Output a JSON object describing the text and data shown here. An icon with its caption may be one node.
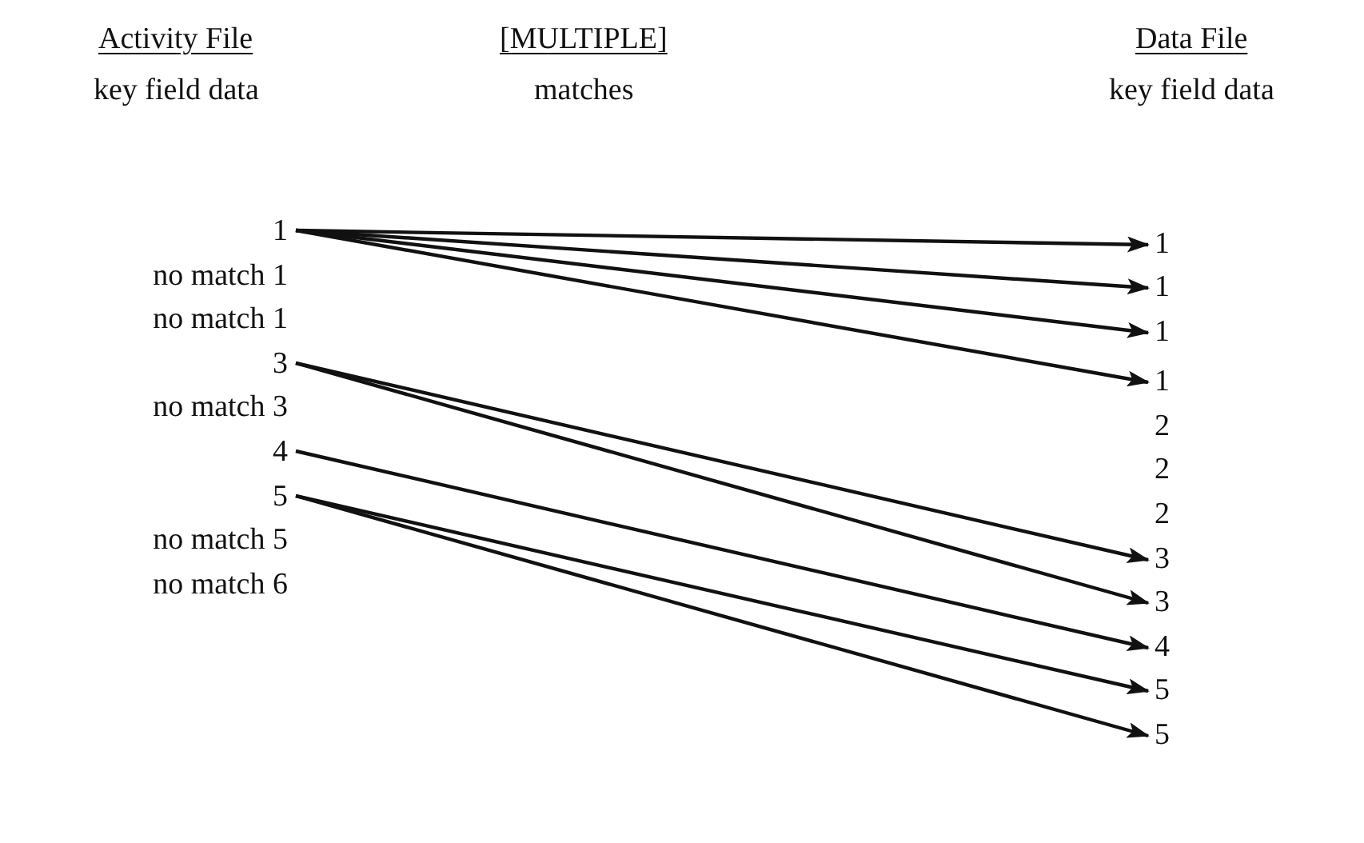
{
  "diagram": {
    "nodes": [
      {
        "text": [
          "1"
        ]
      },
      {
        "text": [
          "no match 1"
        ]
      },
      {
        "text": [
          "no match 1"
        ]
      },
      {
        "text": [
          "3"
        ]
      },
      {
        "text": [
          "no match 3"
        ]
      },
      {
        "text": [
          "4"
        ]
      },
      {
        "text": [
          "5"
        ]
      },
      {
        "text": [
          "no match 5"
        ]
      },
      {
        "text": [
          "no match 6"
        ]
      },
      {
        "text": [
          "1"
        ]
      },
      {
        "text": [
          "1"
        ]
      },
      {
        "text": [
          "1"
        ]
      },
      {
        "text": [
          "1"
        ]
      },
      {
        "text": [
          "2"
        ]
      },
      {
        "text": [
          "2"
        ]
      },
      {
        "text": [
          "2"
        ]
      },
      {
        "text": [
          "3"
        ]
      },
      {
        "text": [
          "3"
        ]
      },
      {
        "text": [
          "4"
        ]
      },
      {
        "text": [
          "5"
        ]
      },
      {
        "text": [
          "5"
        ]
      }
    ],
    "edges": [
      {
        "from": 0,
        "to": 9,
        "arrow": "to"
      },
      {
        "from": 0,
        "to": 10,
        "arrow": "to"
      },
      {
        "from": 0,
        "to": 11,
        "arrow": "to"
      },
      {
        "from": 0,
        "to": 12,
        "arrow": "to"
      },
      {
        "from": 3,
        "to": 16,
        "arrow": "to"
      },
      {
        "from": 3,
        "to": 17,
        "arrow": "to"
      },
      {
        "from": 5,
        "to": 18,
        "arrow": "to"
      },
      {
        "from": 6,
        "to": 19,
        "arrow": "to"
      },
      {
        "from": 6,
        "to": 20,
        "arrow": "to"
      }
    ],
    "labels": [
      "Activity File",
      "[MULTIPLE]",
      "Data File",
      "key field data",
      "matches",
      "key field data"
    ]
  }
}
